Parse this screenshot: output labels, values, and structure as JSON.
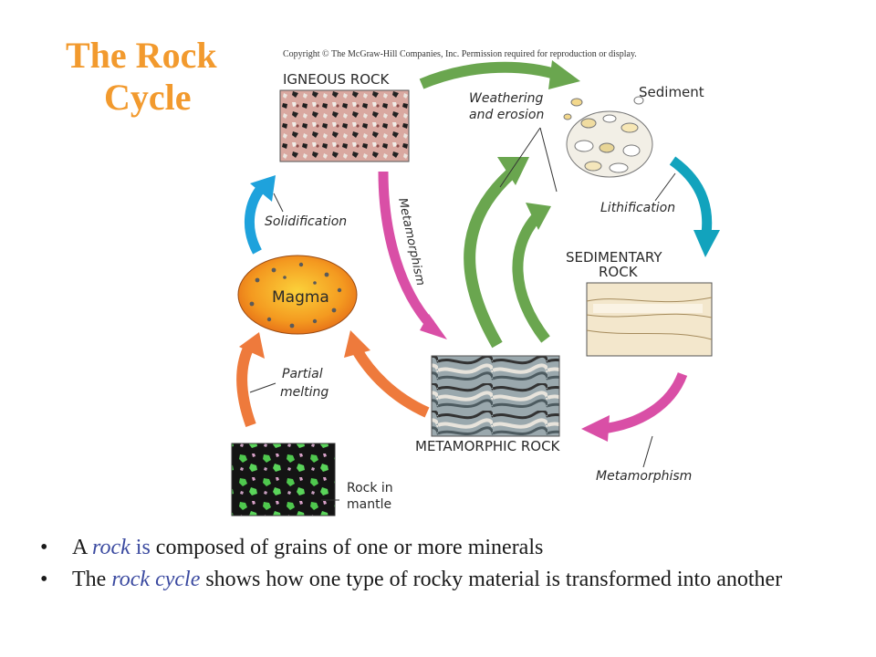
{
  "title": {
    "line1": "The Rock",
    "line2": "Cycle"
  },
  "copyright": "Copyright © The McGraw-Hill Companies, Inc. Permission required for reproduction or display.",
  "diagram": {
    "igneous_rock": "IGNEOUS ROCK",
    "sediment": "Sediment",
    "weathering_1": "Weathering",
    "weathering_2": "and erosion",
    "lithification": "Lithification",
    "sedimentary_1": "SEDIMENTARY",
    "sedimentary_2": "ROCK",
    "metamorphism_side": "Metamorphism",
    "metamorphism_bottom": "Metamorphism",
    "metamorphic_rock": "METAMORPHIC ROCK",
    "solidification": "Solidification",
    "magma": "Magma",
    "partial_1": "Partial",
    "partial_2": "melting",
    "rock_in_mantle_1": "Rock in",
    "rock_in_mantle_2": "mantle"
  },
  "colors": {
    "title": "#f29a2e",
    "green_arrow": "#6aa64f",
    "teal_arrow": "#12a3bd",
    "magenta_arrow": "#d94fa6",
    "orange_arrow": "#ee7a3c",
    "blue_arrow": "#1ea2dc",
    "term": "#3b4aa0"
  },
  "bullets": [
    {
      "bullet": "•",
      "pre": "A ",
      "term": "rock",
      "mid": " is",
      "post": " composed of grains of one or more minerals"
    },
    {
      "bullet": "•",
      "pre": "The ",
      "term": "rock cycle",
      "post": " shows how one type of rocky material is transformed into another"
    }
  ]
}
